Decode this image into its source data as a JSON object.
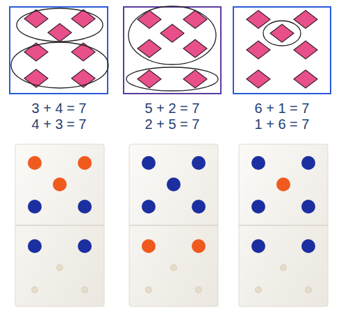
{
  "diagram": {
    "labels": [
      "3 + 4 = 7",
      "4 + 3 = 7",
      "5 + 2 = 7",
      "2 + 5 = 7",
      "6 + 1 = 7",
      "1 + 6 = 7"
    ]
  }
}
